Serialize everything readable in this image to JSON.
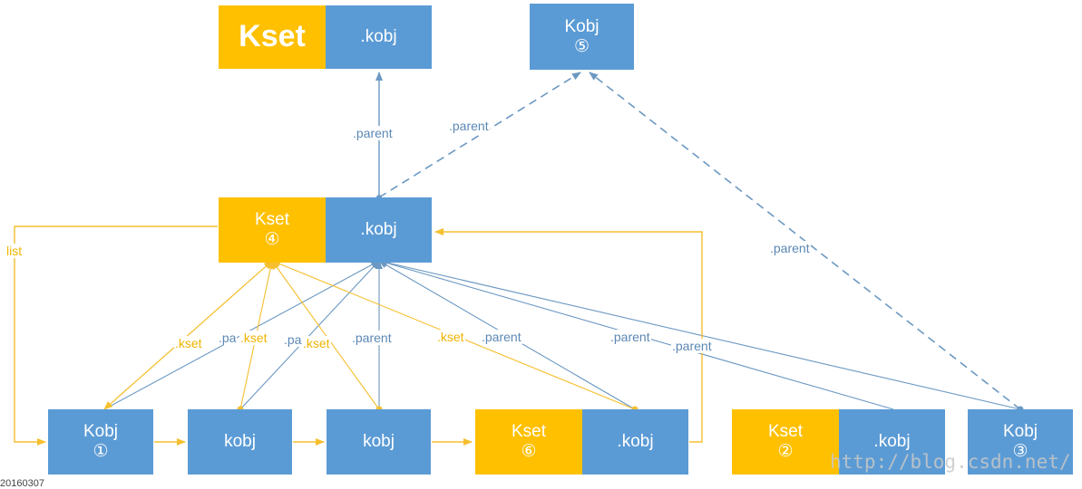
{
  "colors": {
    "kobj": "#5b9bd5",
    "kset": "#ffc000",
    "parent_line": "#6b98c2",
    "kset_line": "#f5bf2e"
  },
  "nodes": {
    "top_kset": {
      "name": "Kset",
      "obj": ".kobj"
    },
    "kobj5": {
      "name": "Kobj",
      "num": "⑤"
    },
    "kset4": {
      "name": "Kset",
      "num": "④",
      "obj": ".kobj"
    },
    "kobj1": {
      "name": "Kobj",
      "num": "①"
    },
    "kobj_a": {
      "name": "kobj"
    },
    "kobj_b": {
      "name": "kobj"
    },
    "kset6": {
      "name": "Kset",
      "num": "⑥",
      "obj": ".kobj"
    },
    "kset2": {
      "name": "Kset",
      "num": "②",
      "obj": ".kobj"
    },
    "kobj3": {
      "name": "Kobj",
      "num": "③"
    }
  },
  "edge_labels": {
    "parent": ".parent",
    "parent_cut": ".pa",
    "kset": ".kset",
    "kset_cut": ".kset",
    "list": "list"
  },
  "watermark": "http://blog.csdn.net/",
  "corner_text": "20160307"
}
